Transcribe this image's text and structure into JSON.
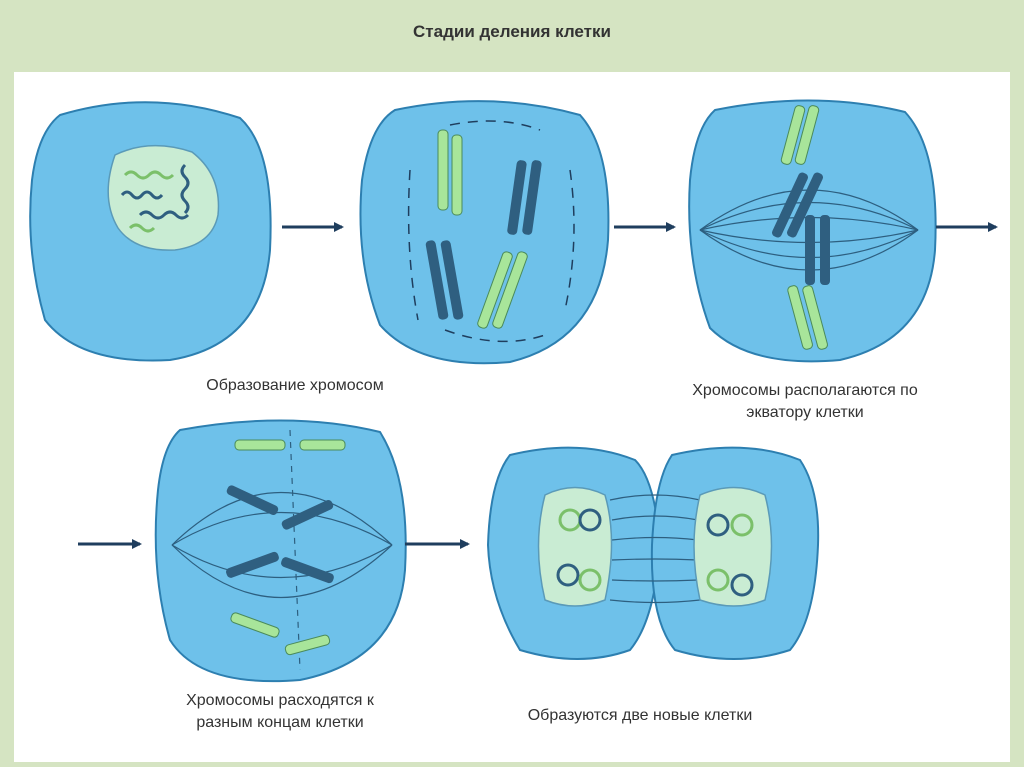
{
  "title": "Стадии деления клетки",
  "captions": {
    "stage1": "Образование хромосом",
    "stage3_line1": "Хромосомы располагаются по",
    "stage3_line2": "экватору клетки",
    "stage4_line1": "Хромосомы расходятся к",
    "stage4_line2": "разным концам клетки",
    "stage5": "Образуются две новые клетки"
  },
  "colors": {
    "frame": "#d5e4c2",
    "cell": "#6ec1ea",
    "nucleus": "#c9ecd3",
    "chromosome_dark": "#2f5f80",
    "chromosome_light": "#a8e59a",
    "arrow": "#1f3e5e"
  }
}
